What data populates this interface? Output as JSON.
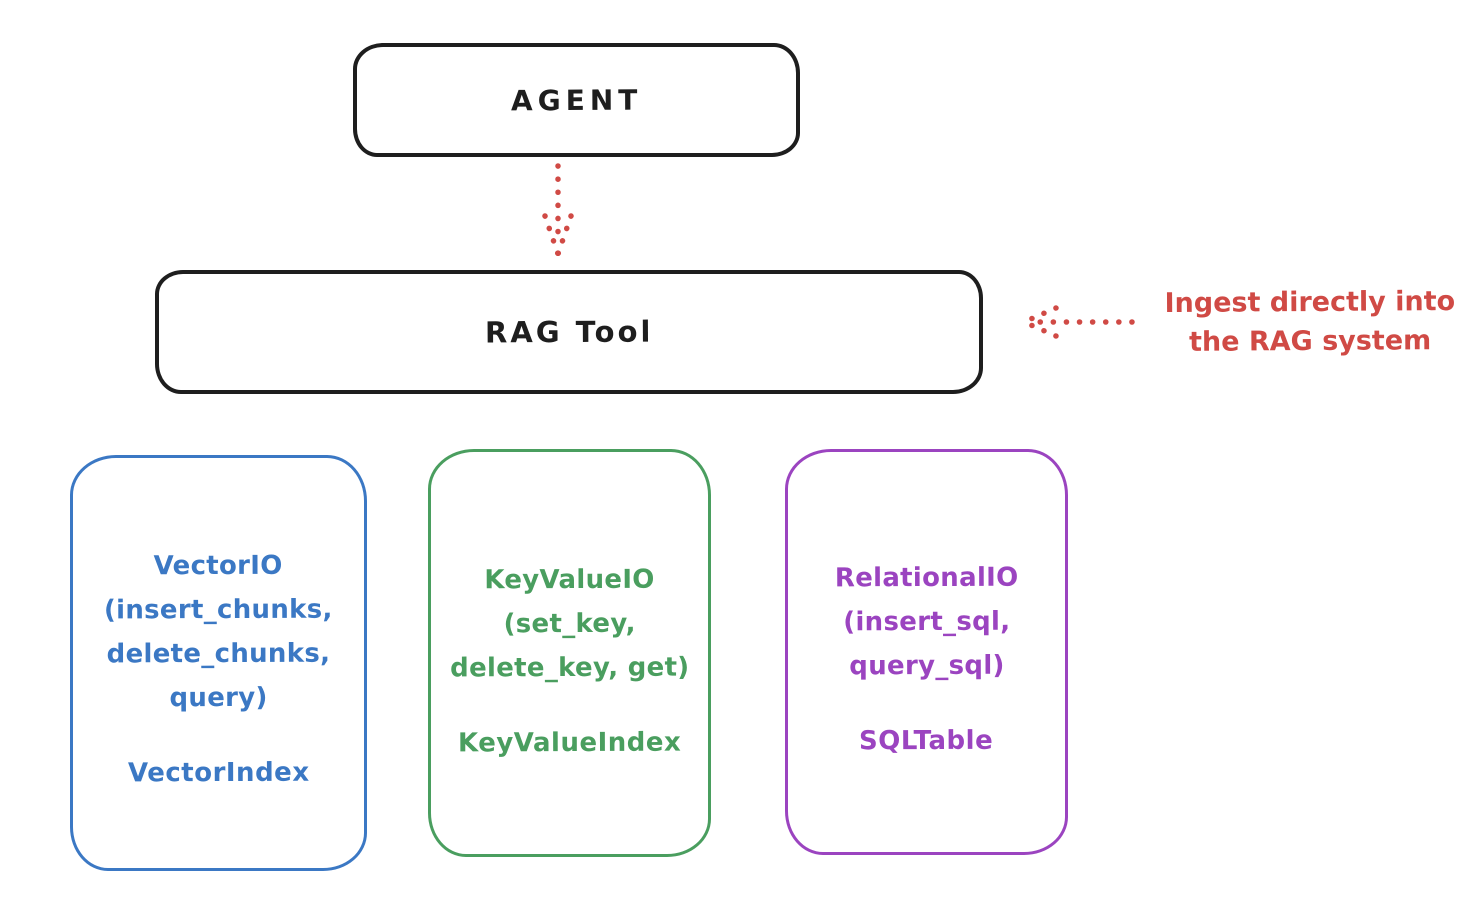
{
  "diagram": {
    "agent": {
      "label": "AGENT"
    },
    "rag_tool": {
      "label": "RAG Tool"
    },
    "annotation": {
      "text": "Ingest directly into\nthe RAG system"
    },
    "cards": [
      {
        "id": "vector-io",
        "body": "VectorIO\n(insert_chunks,\ndelete_chunks,\nquery)",
        "index_label": "VectorIndex",
        "color": "#3b78c4"
      },
      {
        "id": "keyvalue-io",
        "body": "KeyValueIO\n(set_key,\ndelete_key, get)",
        "index_label": "KeyValueIndex",
        "color": "#4a9e5f"
      },
      {
        "id": "relational-io",
        "body": "RelationalIO\n(insert_sql,\nquery_sql)",
        "index_label": "SQLTable",
        "color": "#9b44c0"
      }
    ],
    "colors": {
      "ink": "#1e1e1e",
      "red": "#d04a45",
      "blue": "#3b78c4",
      "green": "#4a9e5f",
      "purple": "#9b44c0"
    }
  }
}
